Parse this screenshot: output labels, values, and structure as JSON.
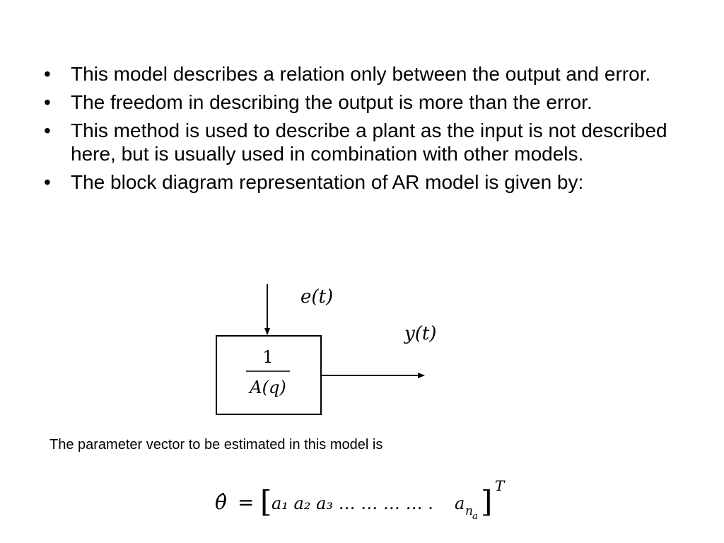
{
  "bullets": [
    "This model describes a relation only between the output and error.",
    "The freedom in describing the output is more than the error.",
    "This method is used to describe a plant as the input is not described here, but is usually used in combination with other models.",
    "The block diagram representation of AR model is given by:"
  ],
  "diagram": {
    "input_label": "e(t)",
    "output_label": "y(t)",
    "numerator": "1",
    "denominator": "A(q)"
  },
  "caption": "The parameter vector to be estimated in this model is",
  "equation": {
    "lhs": "θ̂",
    "equals": "=",
    "open_bracket": "[",
    "terms": "a₁ a₂ a₃ … … … … .",
    "last_term_base": "a",
    "last_term_sub": "n",
    "last_term_subsub": "a",
    "close_bracket": "]",
    "superscript": "T"
  }
}
